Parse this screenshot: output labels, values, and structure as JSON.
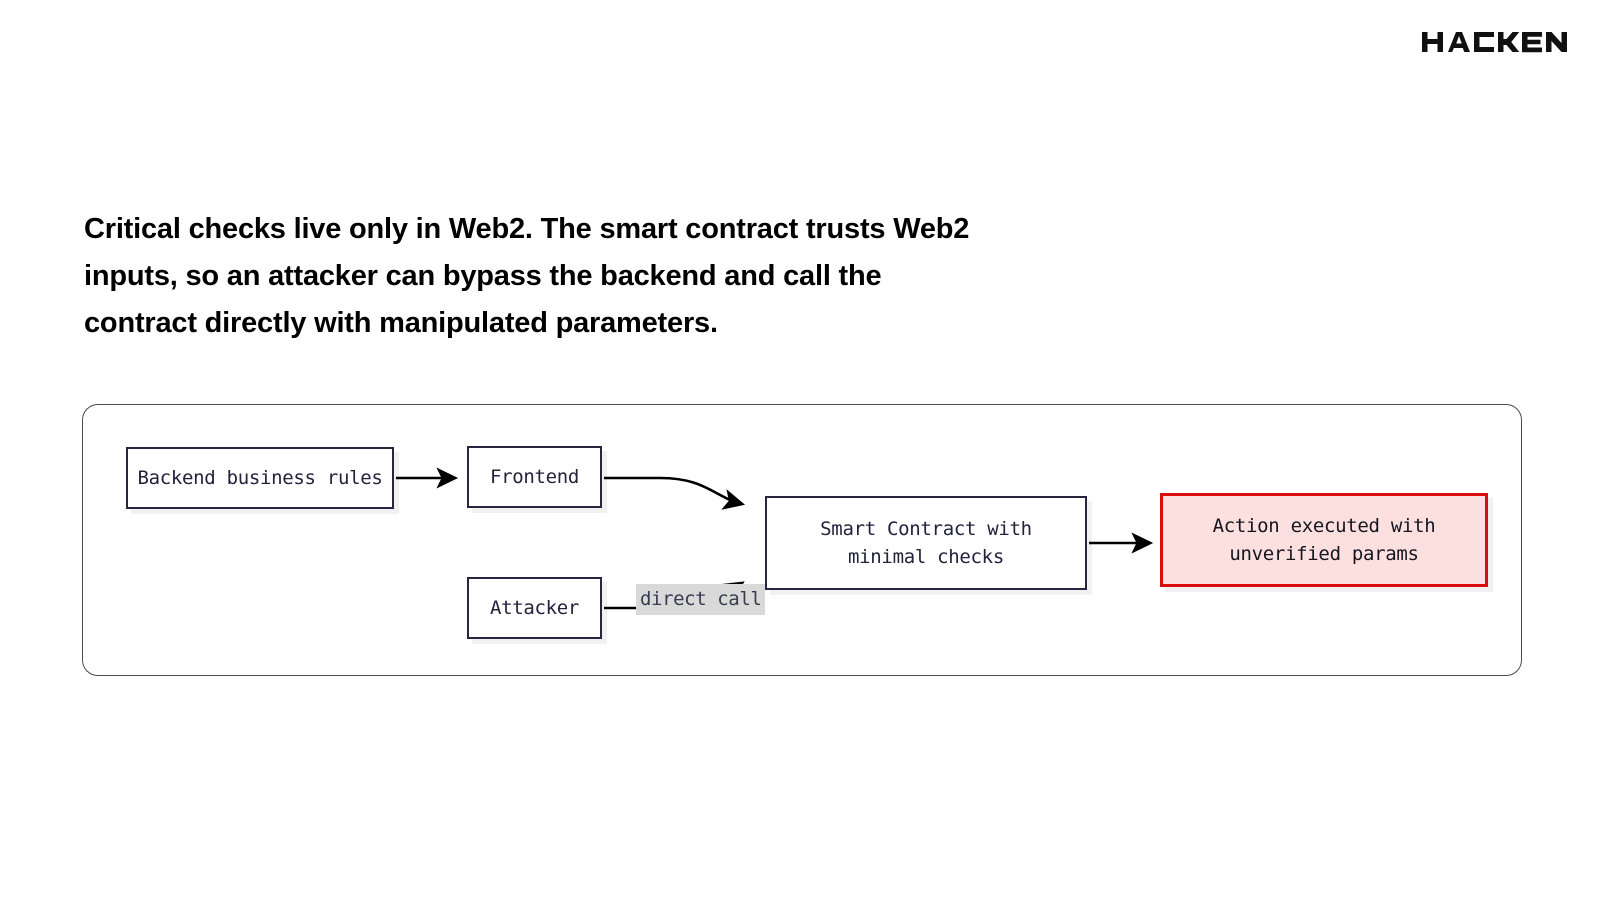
{
  "brand": {
    "name": "HACKEN",
    "logo_color": "#111111"
  },
  "intro": {
    "paragraph": "Critical checks live only in Web2. The smart contract trusts Web2 inputs, so an attacker can bypass the backend and call the contract directly with manipulated parameters."
  },
  "diagram": {
    "type": "flow",
    "frame_border_color": "#4a4a4a",
    "nodes": [
      {
        "id": "backend",
        "label": "Backend business rules",
        "style": "dark",
        "border_color": "#262640",
        "fill_color": "#ffffff"
      },
      {
        "id": "frontend",
        "label": "Frontend",
        "style": "dark",
        "border_color": "#262640",
        "fill_color": "#ffffff"
      },
      {
        "id": "attacker",
        "label": "Attacker",
        "style": "dark",
        "border_color": "#262640",
        "fill_color": "#ffffff"
      },
      {
        "id": "contract",
        "label_line1": "Smart Contract with",
        "label_line2": "minimal checks",
        "style": "dark",
        "border_color": "#262640",
        "fill_color": "#ffffff"
      },
      {
        "id": "action",
        "label_line1": "Action executed with",
        "label_line2": "unverified params",
        "style": "danger",
        "border_color": "#d80d0d",
        "fill_color": "#fce0e0"
      }
    ],
    "edges": [
      {
        "id": "backend-to-frontend",
        "from": "backend",
        "to": "frontend",
        "label": "",
        "shape": "straight"
      },
      {
        "id": "frontend-to-contract",
        "from": "frontend",
        "to": "contract",
        "label": "",
        "shape": "curved"
      },
      {
        "id": "attacker-to-contract",
        "from": "attacker",
        "to": "contract",
        "label": "direct call",
        "shape": "curved"
      },
      {
        "id": "contract-to-action",
        "from": "contract",
        "to": "action",
        "label": "",
        "shape": "straight"
      }
    ],
    "edge_labels": {
      "direct_call": "direct call",
      "direct_call_bg": "#d9d9d9"
    }
  }
}
